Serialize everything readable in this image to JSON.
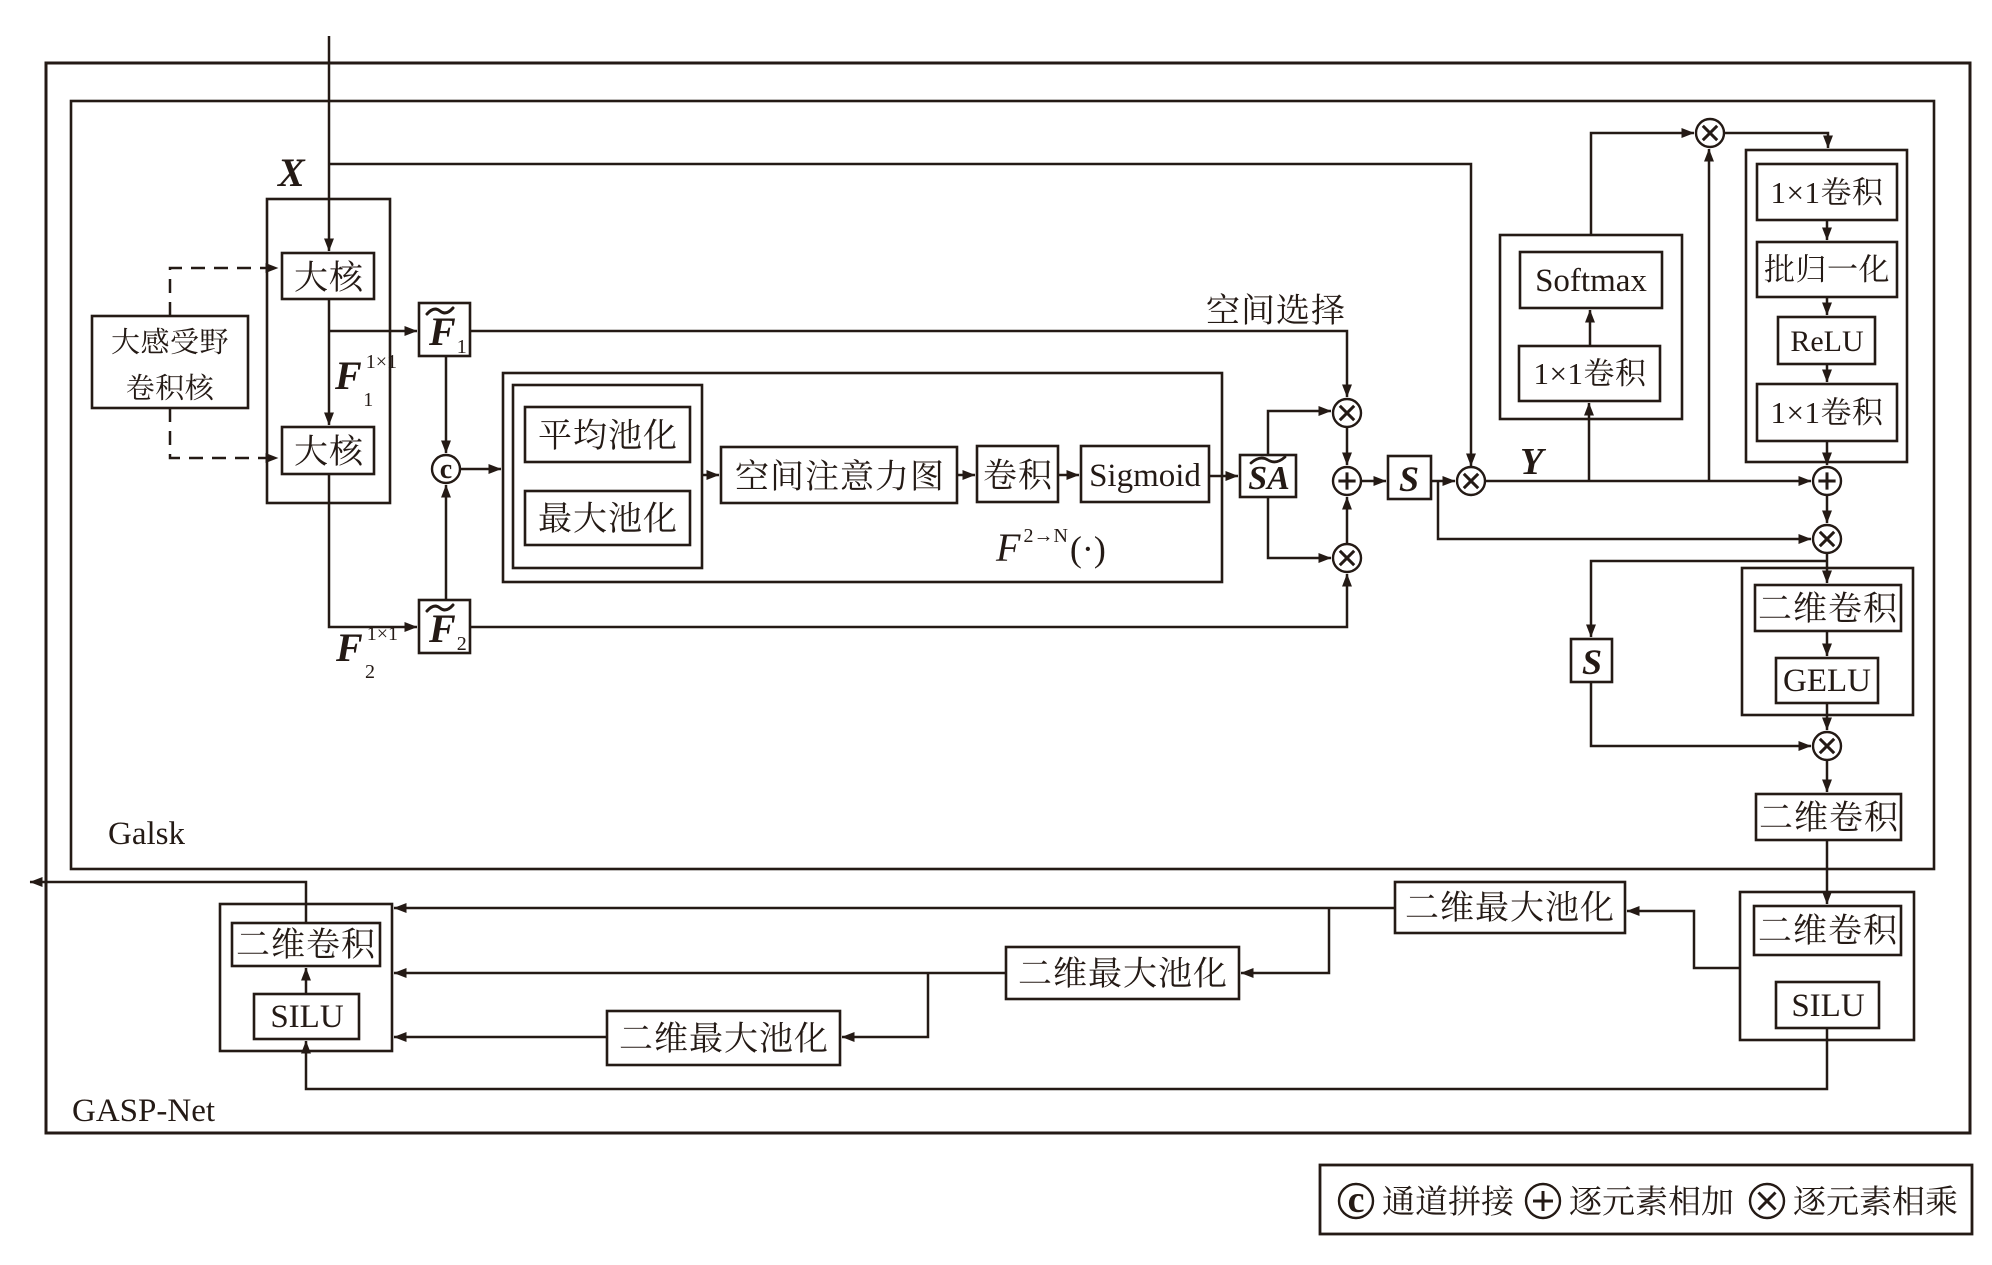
{
  "figure": {
    "outer_frame_label": "GASP-Net",
    "inner_frame_label": "Galsk",
    "input_label": "X",
    "mid_label": "Y",
    "spatial_selection_label": "空间选择"
  },
  "nodes": {
    "big_kernel_1": "大核",
    "big_kernel_2": "大核",
    "large_receptive_field_line1": "大感受野",
    "large_receptive_field_line2": "卷积核",
    "f1_tilde": {
      "base": "F",
      "sub": "1"
    },
    "f2_tilde": {
      "base": "F",
      "sub": "2"
    },
    "f1_conv": {
      "base": "F",
      "sup": "1×1",
      "sub": "1"
    },
    "f2_conv": {
      "base": "F",
      "sup": "1×1",
      "sub": "2"
    },
    "avg_pool": "平均池化",
    "max_pool": "最大池化",
    "spatial_attention_map": "空间注意力图",
    "conv": "卷积",
    "sigmoid": "Sigmoid",
    "f2n": {
      "base": "F",
      "sup": "2→N",
      "tail": "(·)"
    },
    "sa_tilde": {
      "base": "SA"
    },
    "s_gate_1": "S",
    "s_gate_2": "S",
    "softmax": "Softmax",
    "conv1x1_softmax": "1×1卷积",
    "conv1x1_top": "1×1卷积",
    "batch_norm": "批归一化",
    "relu": "ReLU",
    "conv1x1_bottom": "1×1卷积",
    "conv2d_gelu_conv": "二维卷积",
    "gelu": "GELU",
    "conv2d_mid": "二维卷积",
    "conv2d_right": "二维卷积",
    "silu_right": "SILU",
    "maxpool2d_1": "二维最大池化",
    "maxpool2d_2": "二维最大池化",
    "maxpool2d_3": "二维最大池化",
    "conv2d_left": "二维卷积",
    "silu_left": "SILU"
  },
  "operators": {
    "concat": "c",
    "add": "+",
    "multiply": "×"
  },
  "legend": {
    "concat_label": "通道拼接",
    "add_label": "逐元素相加",
    "multiply_label": "逐元素相乘"
  },
  "colors": {
    "ink": "#241a15",
    "background": "#ffffff"
  }
}
